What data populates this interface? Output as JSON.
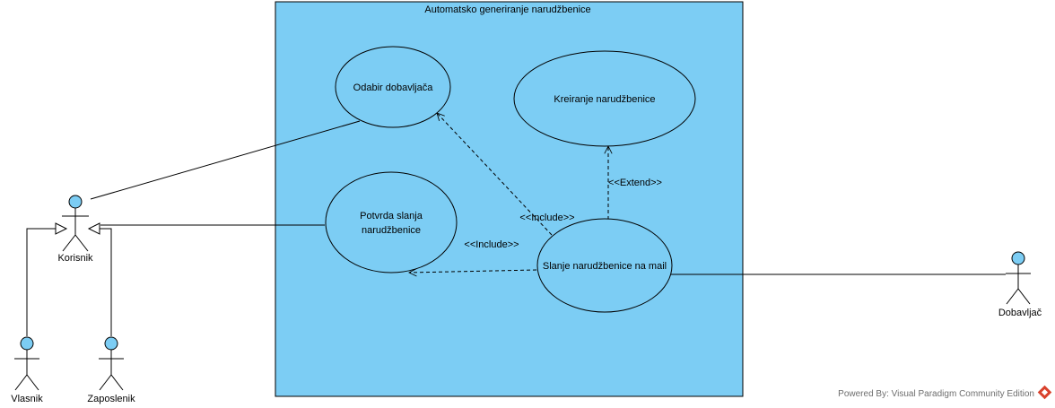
{
  "system": {
    "title": "Automatsko generiranje narudžbenice",
    "fill": "#7ccdf4"
  },
  "use_cases": {
    "odabir": "Odabir dobavljača",
    "kreiranje": "Kreiranje narudžbenice",
    "potvrda_line1": "Potvrda slanja",
    "potvrda_line2": "narudžbenice",
    "slanje": "Slanje narudžbenice na mail"
  },
  "actors": {
    "korisnik": "Korisnik",
    "vlasnik": "Vlasnik",
    "zaposlenik": "Zaposlenik",
    "dobavljac": "Dobavljač"
  },
  "relations": {
    "include_1": "<<Include>>",
    "include_2": "<<Include>>",
    "extend": "<<Extend>>"
  },
  "footer": {
    "text": "Powered By",
    "product": "Visual Paradigm Community Edition",
    "logo_icon": "visual-paradigm-logo-icon"
  },
  "colors": {
    "actor_head": "#7ccdf4",
    "logo": "#d9412c"
  }
}
